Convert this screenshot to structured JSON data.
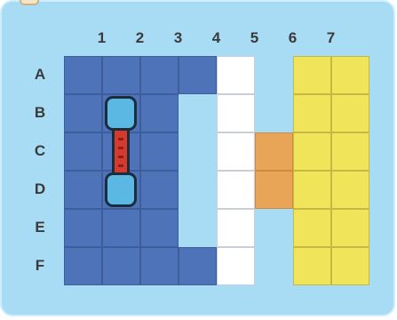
{
  "board": {
    "columns": [
      "1",
      "2",
      "3",
      "4",
      "5",
      "6",
      "7"
    ],
    "rows": [
      "A",
      "B",
      "C",
      "D",
      "E",
      "F"
    ],
    "colors": {
      "blue": "#4f73b8",
      "white": "#ffffff",
      "yellow": "#f0e55a",
      "orange": "#e8a558",
      "background": "#a8dcf5",
      "piece_cap": "#5bb8e2",
      "piece_link": "#d53a2f"
    },
    "grid": [
      [
        "blue",
        "blue",
        "blue",
        "blue",
        "white",
        "empty",
        "yellow",
        "yellow"
      ],
      [
        "blue",
        "blue",
        "blue",
        "empty",
        "white",
        "empty",
        "yellow",
        "yellow"
      ],
      [
        "blue",
        "blue",
        "blue",
        "empty",
        "white",
        "orange",
        "yellow",
        "yellow"
      ],
      [
        "blue",
        "blue",
        "blue",
        "empty",
        "white",
        "orange",
        "yellow",
        "yellow"
      ],
      [
        "blue",
        "blue",
        "blue",
        "empty",
        "white",
        "empty",
        "yellow",
        "yellow"
      ],
      [
        "blue",
        "blue",
        "blue",
        "blue",
        "white",
        "empty",
        "yellow",
        "yellow"
      ]
    ],
    "piece": {
      "name": "connector-piece",
      "column": "1",
      "rows": [
        "B",
        "C",
        "D"
      ]
    }
  }
}
